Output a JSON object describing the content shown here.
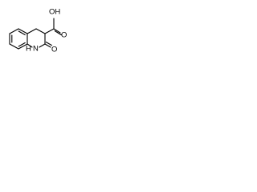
{
  "atoms": {
    "hydroxyl": "OH",
    "carbonyl_oxygen_acid": "O",
    "carbonyl_oxygen_lactam": "O",
    "amide_nitrogen": "N",
    "amide_hydrogen": "H"
  }
}
